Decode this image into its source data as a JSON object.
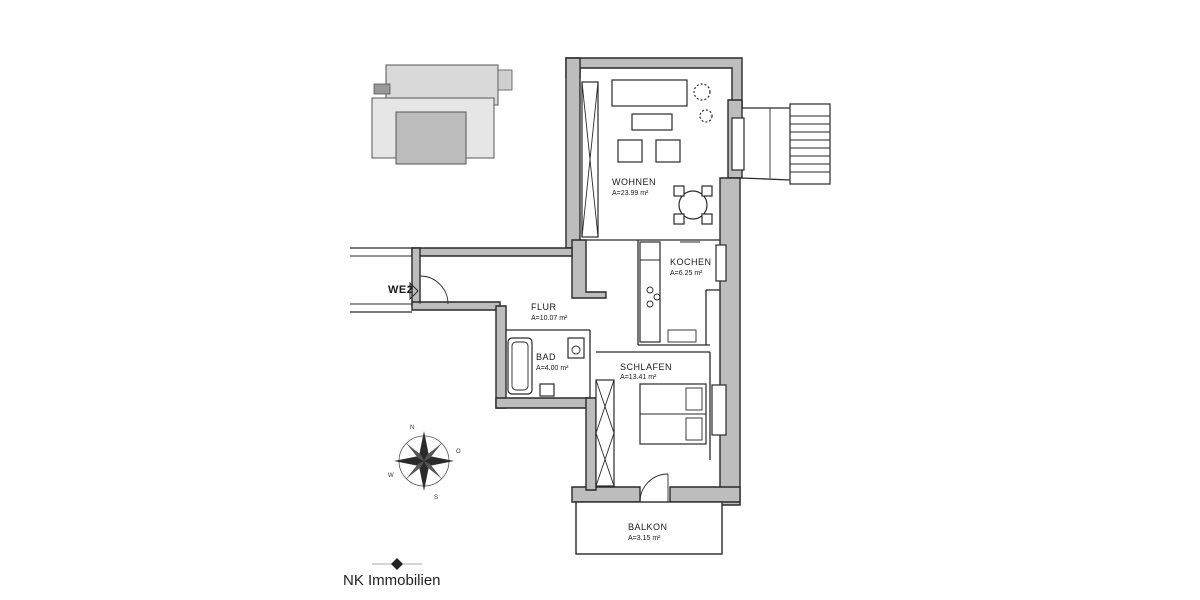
{
  "entrance": {
    "label": "WE2"
  },
  "rooms": [
    {
      "id": "wohnen",
      "label": "WOHNEN",
      "area": "A=23.99 m²"
    },
    {
      "id": "kochen",
      "label": "KOCHEN",
      "area": "A=6.25 m²"
    },
    {
      "id": "flur",
      "label": "FLUR",
      "area": "A=10.07 m²"
    },
    {
      "id": "bad",
      "label": "BAD",
      "area": "A=4.00 m²"
    },
    {
      "id": "schlafen",
      "label": "SCHLAFEN",
      "area": "A=13.41 m²"
    },
    {
      "id": "balkon",
      "label": "BALKON",
      "area": "A=3.15 m²"
    }
  ],
  "compass": {
    "n": "N",
    "o": "O",
    "s": "S",
    "w": "W"
  },
  "brand": {
    "name": "NK Immobilien"
  }
}
